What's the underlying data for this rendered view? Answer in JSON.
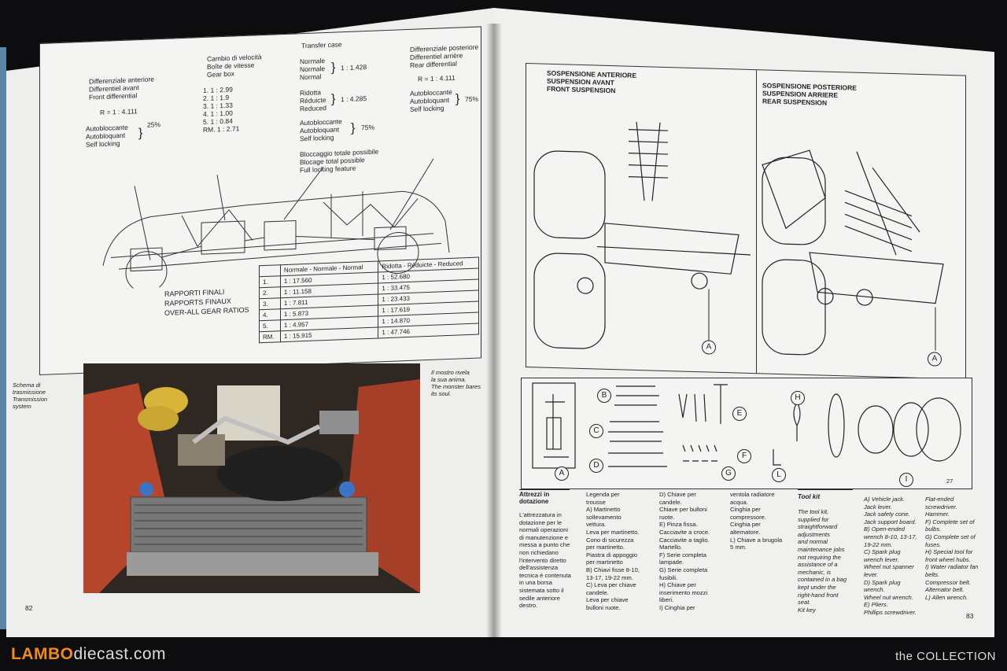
{
  "left_page": {
    "diagram": {
      "front_diff": [
        "Differenziale anteriore",
        "Differentiel avant",
        "Front differential"
      ],
      "front_ratio": "R = 1 : 4.111",
      "front_lock": [
        "Autobloccante",
        "Autobloquant",
        "Self locking"
      ],
      "front_lock_pct": "25%",
      "gearbox_title": [
        "Cambio di velocità",
        "Boîte de vitesse",
        "Gear box"
      ],
      "gearbox_ratios": [
        "1.  1 : 2.99",
        "2.  1 : 1.9",
        "3.  1 : 1.33",
        "4.  1 : 1.00",
        "5.  1 : 0.84",
        "RM. 1 : 2.71"
      ],
      "transfer_title": "Transfer case",
      "transfer_normal": [
        "Normale",
        "Normale",
        "Normal"
      ],
      "transfer_normal_ratio": "1 : 1.428",
      "transfer_reduced": [
        "Ridotta",
        "Réduicte",
        "Reduced"
      ],
      "transfer_reduced_ratio": "1 : 4.285",
      "transfer_lock": [
        "Autobloccante",
        "Autobloquant",
        "Self locking"
      ],
      "transfer_lock_pct": "75%",
      "full_lock": [
        "Bloccaggio totale possibile",
        "Blocage total possible",
        "Full locking feature"
      ],
      "rear_diff": [
        "Differenziale posteriore",
        "Differentiel arrière",
        "Rear differential"
      ],
      "rear_ratio": "R = 1 : 4.111",
      "rear_lock": [
        "Autobloccante",
        "Autobloquant",
        "Self locking"
      ],
      "rear_lock_pct": "75%",
      "final_title": [
        "RAPPORTI FINALI",
        "RAPPORTS FINAUX",
        "OVER-ALL GEAR RATIOS"
      ],
      "table_headers": [
        "Normale - Normale - Normal",
        "Ridotta - Réduicte - Reduced"
      ],
      "table_rows": [
        [
          "1.",
          "1 : 17.560",
          "1 : 52.680"
        ],
        [
          "2.",
          "1 : 11.158",
          "1 : 33.475"
        ],
        [
          "3.",
          "1 :  7.811",
          "1 : 23.433"
        ],
        [
          "4.",
          "1 :  5.873",
          "1 : 17.619"
        ],
        [
          "5.",
          "1 :  4.957",
          "1 : 14.870"
        ],
        [
          "RM.",
          "1 : 15.915",
          "1 : 47.746"
        ]
      ]
    },
    "caption_left": [
      "Schema di",
      "trasmissione",
      "Transmission",
      "system"
    ],
    "caption_right": [
      "Il mostro rivela",
      "la sua anima.",
      "The monster bares",
      "its soul."
    ],
    "page_number": "82"
  },
  "right_page": {
    "front_susp": [
      "SOSPENSIONE ANTERIORE",
      "SUSPENSION AVANT",
      "FRONT SUSPENSION"
    ],
    "rear_susp": [
      "SOSPENSIONE POSTERIORE",
      "SUSPENSION ARRIERE",
      "REAR SUSPENSION"
    ],
    "marker_a": "A",
    "tool_labels": [
      "A",
      "B",
      "C",
      "D",
      "E",
      "F",
      "G",
      "H",
      "I",
      "L"
    ],
    "figure_number": "27",
    "col1_title": "Attrezzi in dotazione",
    "col1": "L'attrezzatura in\ndotazione per le\nnormali operazioni\ndi manutenzione e\nmessa a punto che\nnon richiedano\nl'intervento diretto\ndell'assistenza\ntecnica è contenuta\nin una borsa\nsistemata sotto il\nsedile anteriore\ndestro.",
    "col2": "Legenda per\ntrousse\nA) Martinetto\nsollevamento\nvettura.\nLeva per martinetto.\nCono di sicurezza\nper martinetto.\nPiastra di appoggio\nper martinetto\nB) Chiavi fisse 8-10,\n13-17, 19-22 mm.\nC) Leva per chiave\ncandele.\nLeva per chiave\nbulloni ruote.",
    "col3": "D) Chiave per\ncandele.\nChiave per bulloni\nruote.\nE) Pinza fissa.\nCacciavite a croce.\nCacciavite a taglio.\nMartello.\nF) Serie completa\nlampade.\nG) Serie completa\nfusibili.\nH) Chiave per\ninserimento mozzi\nliberi.\nI) Cinghia per",
    "col4": "ventola radiatore\nacqua.\nCinghia per\ncompressore.\nCinghia per\nalternatore.\nL) Chiave a brugola\n5 mm.",
    "col5_title": "Tool kit",
    "col5": "The tool kit,\nsupplied for\nstraightforward\nadjustments\nand normal\nmaintenance jobs\nnot requiring the\nassistance of a\nmechanic, is\ncontained in a bag\nkept under the\nright-hand front\nseat.\nKit key",
    "col6": "A) Vehicle jack.\nJack lever.\nJack safety cone.\nJack support board.\nB) Open-ended\nwrench 8-10, 13-17,\n19-22 mm.\nC) Spark plug\nwrench lever.\nWheel nut spanner\nlever.\nD) Spark plug\nwrench.\nWheel nut wrench.\nE) Pliers.\nPhillips screwdriver.",
    "col7": "Flat-ended\nscrewdriver.\nHammer.\nF) Complete set of\nbulbs.\nG) Complete set of\nfuses.\nH) Special tool for\nfront wheel hubs.\nI) Water radiator fan\nbelts.\nCompressor belt.\nAlternator belt.\nL) Allen wrench.",
    "page_number": "83"
  },
  "watermark": {
    "brand_a": "LAMBO",
    "brand_b": "diecast.com",
    "collection": "the COLLECTION",
    "brand_color": "#f08a1c"
  }
}
